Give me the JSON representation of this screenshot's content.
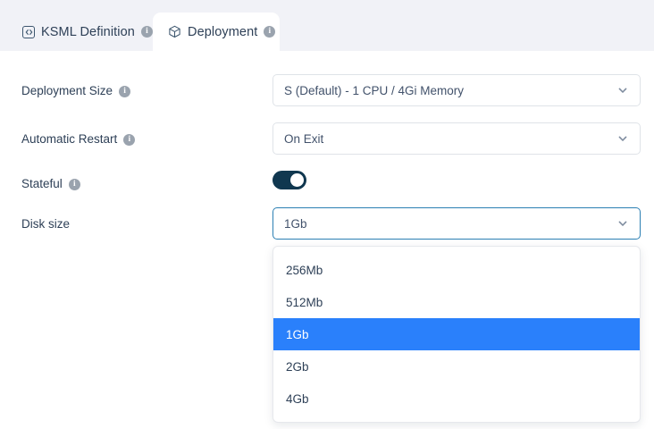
{
  "colors": {
    "tabstrip_bg": "#f1f2f7",
    "active_tab_bg": "#ffffff",
    "text": "#2e4057",
    "field_border": "#dfe3e8",
    "focus_border": "#2b7fb3",
    "option_highlight": "#2a80fb",
    "toggle_on": "#10374f",
    "info_icon": "#9aa3ae"
  },
  "tabs": [
    {
      "label": "KSML Definition",
      "icon": "code-brackets-icon",
      "info_icon": "info-icon",
      "info_glyph": "i",
      "active": false
    },
    {
      "label": "Deployment",
      "icon": "cube-icon",
      "info_icon": "info-icon",
      "info_glyph": "i",
      "active": true
    }
  ],
  "form": {
    "rows": [
      {
        "label": "Deployment Size",
        "has_info": true,
        "info_glyph": "i",
        "control": "select",
        "value": "S (Default) - 1 CPU / 4Gi Memory",
        "focused": false
      },
      {
        "label": "Automatic Restart",
        "has_info": true,
        "info_glyph": "i",
        "control": "select",
        "value": "On Exit",
        "focused": false
      },
      {
        "label": "Stateful",
        "has_info": true,
        "info_glyph": "i",
        "control": "toggle",
        "value": "on"
      },
      {
        "label": "Disk size",
        "has_info": false,
        "control": "select",
        "value": "1Gb",
        "focused": true
      }
    ]
  },
  "dropdown": {
    "open": true,
    "belongs_to": "Disk size",
    "selected": "1Gb",
    "options": [
      {
        "label": "256Mb",
        "selected": false
      },
      {
        "label": "512Mb",
        "selected": false
      },
      {
        "label": "1Gb",
        "selected": true
      },
      {
        "label": "2Gb",
        "selected": false
      },
      {
        "label": "4Gb",
        "selected": false
      }
    ]
  }
}
